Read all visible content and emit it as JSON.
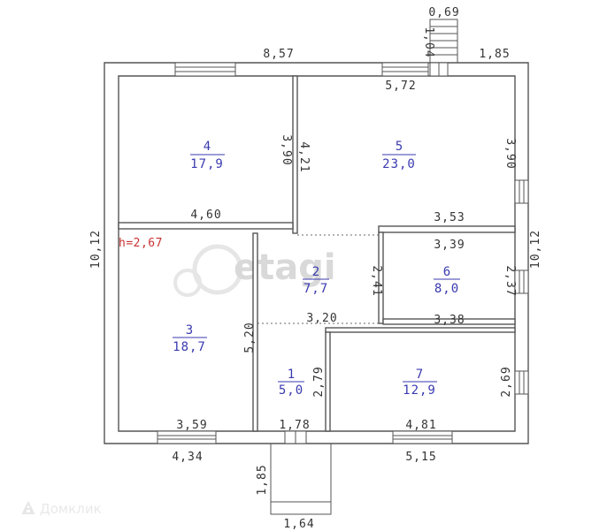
{
  "height_label": "h=2,67",
  "rooms": [
    {
      "number": "1",
      "area": "5,0"
    },
    {
      "number": "2",
      "area": "7,7"
    },
    {
      "number": "3",
      "area": "18,7"
    },
    {
      "number": "4",
      "area": "17,9"
    },
    {
      "number": "5",
      "area": "23,0"
    },
    {
      "number": "6",
      "area": "8,0"
    },
    {
      "number": "7",
      "area": "12,9"
    }
  ],
  "dimensions": {
    "top_left": "8,57",
    "top_right": "1,85",
    "top_porch_width": "0,69",
    "top_porch_depth": "1,04",
    "room5_width": "5,72",
    "left_total": "10,12",
    "right_total": "10,12",
    "room4_height": "3,90",
    "room5_height_left": "4,21",
    "room5_height_right": "3,90",
    "room4_width": "4,60",
    "room5_bottom": "3,53",
    "room6_top": "3,39",
    "room6_height": "2,37",
    "room2_height": "2,41",
    "room3_height": "5,20",
    "room1_top": "3,20",
    "room6_bottom": "3,38",
    "room1_height": "2,79",
    "room7_height": "2,69",
    "room3_bottom": "3,59",
    "room1_bottom": "1,78",
    "room7_bottom": "4,81",
    "bottom_left": "4,34",
    "bottom_right": "5,15",
    "porch_depth": "1,85",
    "porch_width": "1,64"
  },
  "watermark": "etagi",
  "logo_text": "Домклик"
}
